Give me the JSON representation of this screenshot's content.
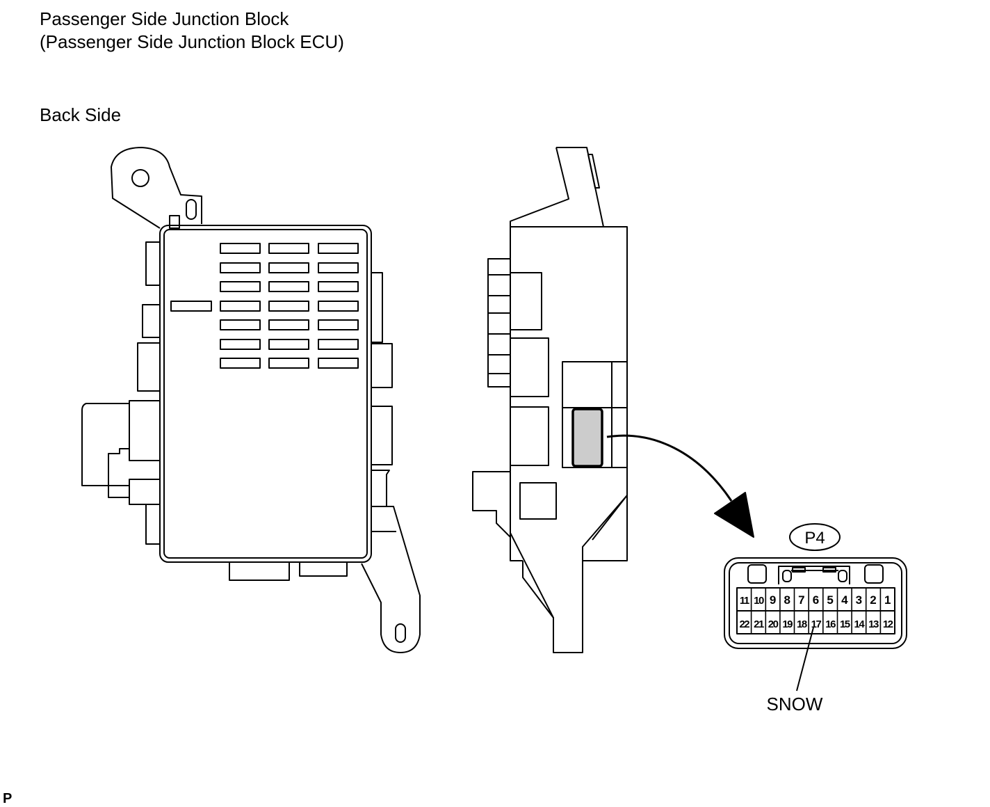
{
  "title_line1": "Passenger Side Junction Block",
  "title_line2": "(Passenger Side Junction Block ECU)",
  "view_label": "Back Side",
  "connector": {
    "code": "P4",
    "row_top": [
      "11",
      "10",
      "9",
      "8",
      "7",
      "6",
      "5",
      "4",
      "3",
      "2",
      "1"
    ],
    "row_bottom": [
      "22",
      "21",
      "20",
      "19",
      "18",
      "17",
      "16",
      "15",
      "14",
      "13",
      "12"
    ],
    "highlight_pin": "17",
    "terminal_label": "SNOW"
  },
  "corner_code": "P"
}
